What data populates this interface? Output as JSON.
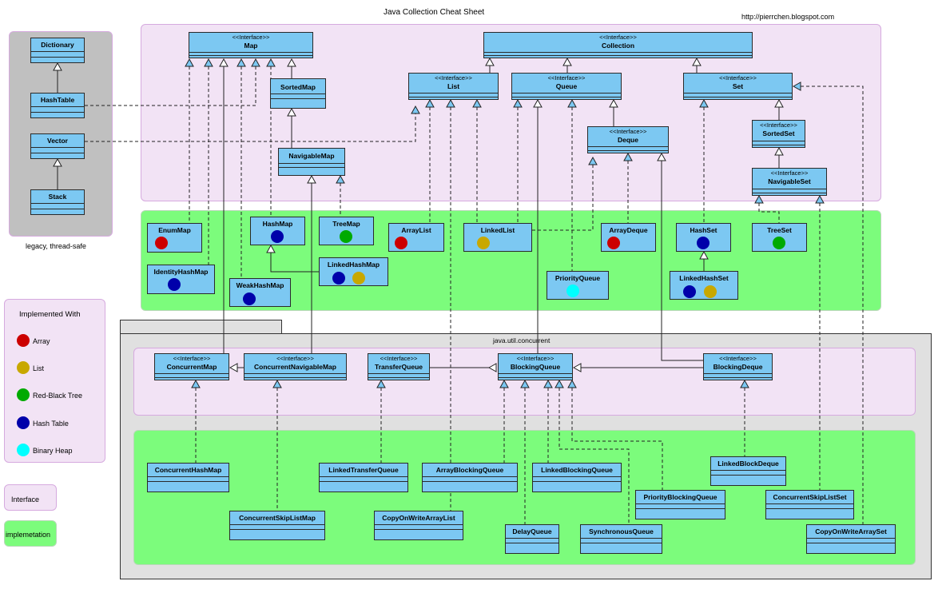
{
  "title": "Java Collection Cheat Sheet",
  "url": "http://pierrchen.blogspot.com",
  "stereotype": "<<Interface>>",
  "legacy_caption": "legacy, thread-safe",
  "concurrent_caption": "java.util.concurrent",
  "legend": {
    "title": "Implemented With",
    "items": [
      {
        "label": "Array",
        "color": "#cc0000"
      },
      {
        "label": "List",
        "color": "#c8a800"
      },
      {
        "label": "Red-Black Tree",
        "color": "#00aa00"
      },
      {
        "label": "Hash Table",
        "color": "#0000aa"
      },
      {
        "label": "Binary Heap",
        "color": "#00ffff"
      }
    ]
  },
  "key": {
    "interface": "Interface",
    "implementation": "implemetation"
  },
  "colors": {
    "interface_bg": "#f2e3f5",
    "interface_border": "#d6aadf",
    "impl_bg": "#7cfc7c",
    "legacy_bg": "#c0c0c0",
    "concurrent_bg": "#e0e0e0",
    "box_fill": "#7cc8f2"
  },
  "legacy": [
    "Dictionary",
    "HashTable",
    "Vector",
    "Stack"
  ],
  "interfaces": {
    "map": "Map",
    "collection": "Collection",
    "sorted_map": "SortedMap",
    "navigable_map": "NavigableMap",
    "list": "List",
    "queue": "Queue",
    "set": "Set",
    "deque": "Deque",
    "sorted_set": "SortedSet",
    "navigable_set": "NavigableSet",
    "concurrent_map": "ConcurrentMap",
    "concurrent_navigable_map": "ConcurrentNavigableMap",
    "transfer_queue": "TransferQueue",
    "blocking_queue": "BlockingQueue",
    "blocking_deque": "BlockingDeque"
  },
  "implementations": {
    "enum_map": "EnumMap",
    "identity_hash_map": "IdentityHashMap",
    "hash_map": "HashMap",
    "weak_hash_map": "WeakHashMap",
    "tree_map": "TreeMap",
    "linked_hash_map": "LinkedHashMap",
    "array_list": "ArrayList",
    "linked_list": "LinkedList",
    "array_deque": "ArrayDeque",
    "priority_queue": "PriorityQueue",
    "hash_set": "HashSet",
    "linked_hash_set": "LinkedHashSet",
    "tree_set": "TreeSet"
  },
  "concurrent_impls": {
    "concurrent_hash_map": "ConcurrentHashMap",
    "concurrent_skip_list_map": "ConcurrentSkipListMap",
    "linked_transfer_queue": "LinkedTransferQueue",
    "copy_on_write_array_list": "CopyOnWriteArrayList",
    "array_blocking_queue": "ArrayBlockingQueue",
    "delay_queue": "DelayQueue",
    "linked_blocking_queue": "LinkedBlockingQueue",
    "synchronous_queue": "SynchronousQueue",
    "priority_blocking_queue": "PriorityBlockingQueue",
    "linked_block_deque": "LinkedBlockDeque",
    "concurrent_skip_list_set": "ConcurrentSkipListSet",
    "copy_on_write_array_set": "CopyOnWriteArraySet"
  }
}
